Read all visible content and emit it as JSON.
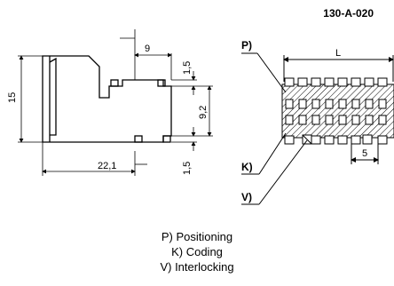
{
  "part_number": "130-A-020",
  "dimensions": {
    "d9": "9",
    "d15_top": "1,5",
    "d15_height": "15",
    "d9_2": "9,2",
    "d22_1": "22,1",
    "d15_bottom": "1,5",
    "pitch": "5",
    "length": "L"
  },
  "callouts": {
    "p": "P)",
    "k": "K)",
    "v": "V)"
  },
  "legend": [
    "P) Positioning",
    "K) Coding",
    "V) Interlocking"
  ]
}
